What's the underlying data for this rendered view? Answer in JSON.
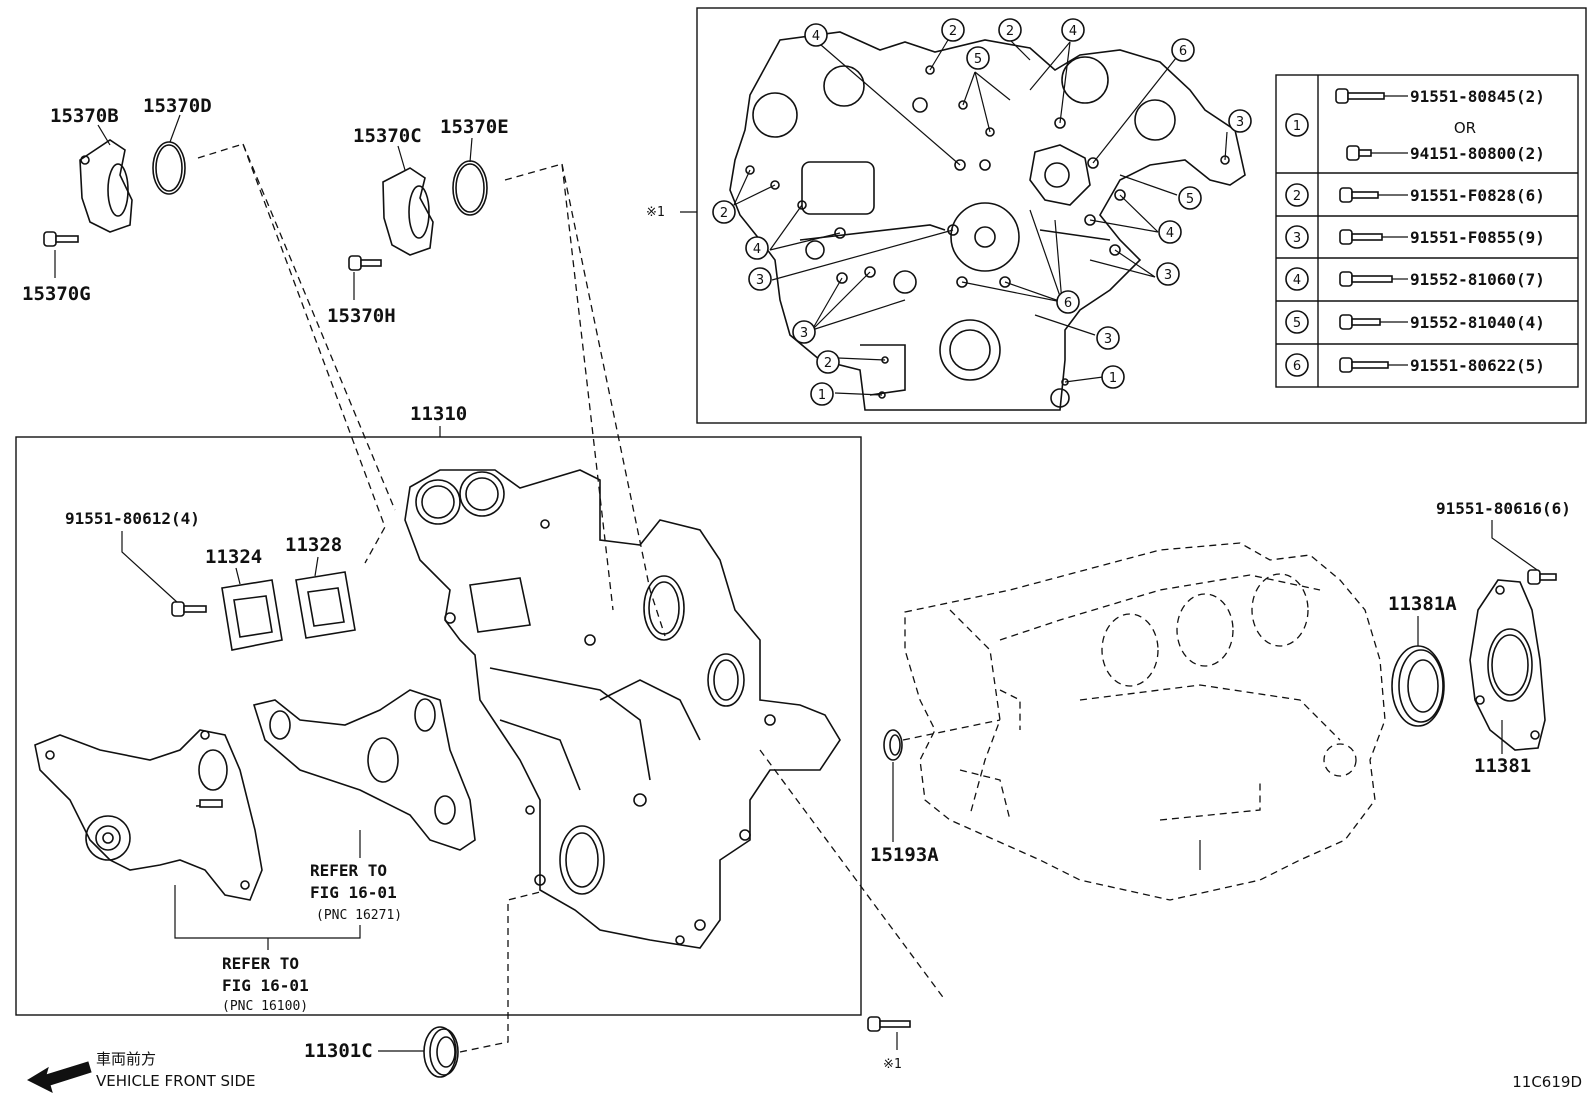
{
  "labels": {
    "p15370B": "15370B",
    "p15370D": "15370D",
    "p15370G": "15370G",
    "p15370C": "15370C",
    "p15370E": "15370E",
    "p15370H": "15370H",
    "p11310": "11310",
    "p91551_80612": "91551-80612(4)",
    "p11324": "11324",
    "p11328": "11328",
    "p15193A": "15193A",
    "p91551_80616": "91551-80616(6)",
    "p11381A": "11381A",
    "p11381": "11381",
    "p11301C": "11301C",
    "ref1_line1": "REFER TO",
    "ref1_line2": "FIG 16-01",
    "ref1_line3": "(PNC 16271)",
    "ref2_line1": "REFER TO",
    "ref2_line2": "FIG 16-01",
    "ref2_line3": "(PNC 16100)",
    "mark_note_a": "※1",
    "mark_note_b": "※1",
    "front_jp": "車両前方",
    "front_en": "VEHICLE FRONT SIDE",
    "figure_code": "11C619D"
  },
  "callouts": [
    "1",
    "2",
    "3",
    "4",
    "5",
    "6"
  ],
  "bolt_table": [
    {
      "key": "1",
      "parts": [
        "91551-80845(2)",
        "OR",
        "94151-80800(2)"
      ]
    },
    {
      "key": "2",
      "parts": [
        "91551-F0828(6)"
      ]
    },
    {
      "key": "3",
      "parts": [
        "91551-F0855(9)"
      ]
    },
    {
      "key": "4",
      "parts": [
        "91552-81060(7)"
      ]
    },
    {
      "key": "5",
      "parts": [
        "91552-81040(4)"
      ]
    },
    {
      "key": "6",
      "parts": [
        "91551-80622(5)"
      ]
    }
  ]
}
